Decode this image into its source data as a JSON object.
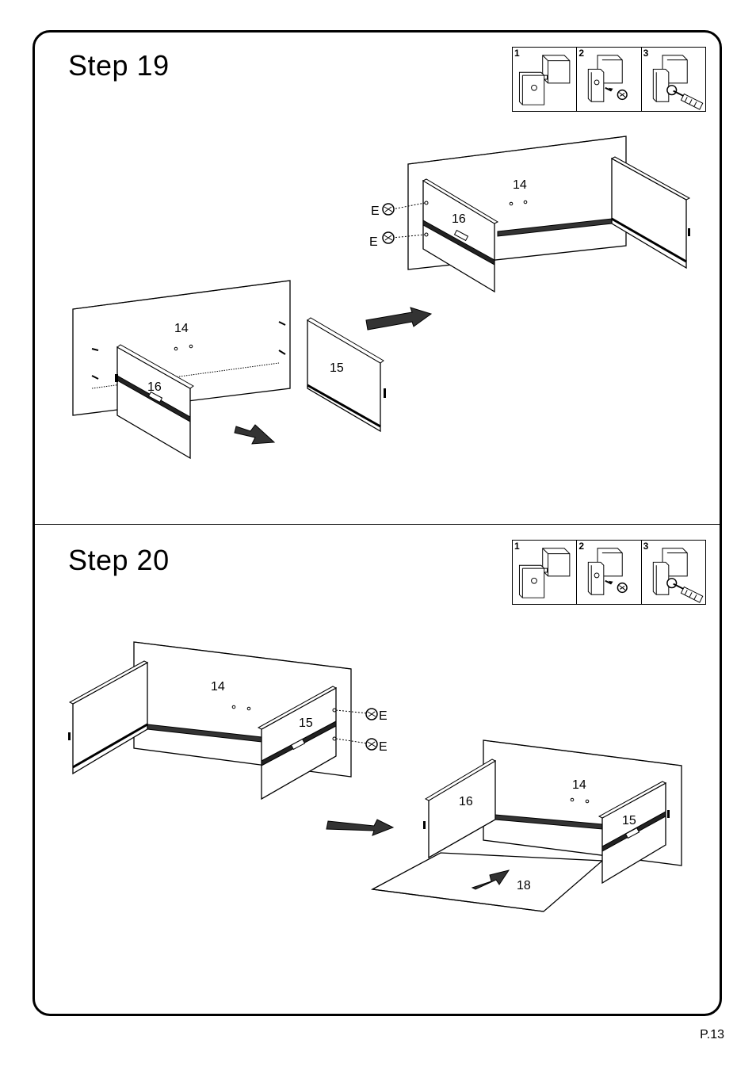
{
  "page_number": "P.13",
  "steps": [
    {
      "title": "Step  19",
      "inset_steps": [
        "1",
        "2",
        "3"
      ],
      "labels": {
        "back_panel_top": "14",
        "drawer_side_top": "16",
        "cam_upper": "E",
        "cam_lower": "E",
        "back_panel_bottom": "14",
        "drawer_side_bottom": "16",
        "side_panel": "15"
      }
    },
    {
      "title": "Step  20",
      "inset_steps": [
        "1",
        "2",
        "3"
      ],
      "labels": {
        "back_panel_left": "14",
        "side_panel_left": "15",
        "cam_upper": "E",
        "cam_lower": "E",
        "side_left": "16",
        "back_right": "14",
        "side_right": "15",
        "bottom_panel": "18"
      }
    }
  ]
}
